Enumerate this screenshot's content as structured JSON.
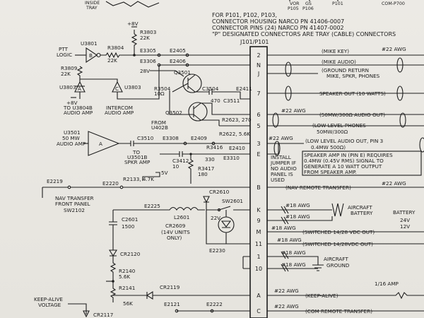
{
  "top_partial": {
    "inside": "INSIDE",
    "tray": "TRAY",
    "vor": "VOR",
    "p105": "P105",
    "gs": "GS",
    "p106": "P106",
    "p101": "P101",
    "comp700": "COM-P700"
  },
  "notes": {
    "line1": "FOR P101, P102, P103,",
    "line2": "CONNECTOR HOUSING NARCO PN 41406-0007",
    "line3": "CONNECTOR PINS (24) NARCO PN 41407-0002",
    "line4": "\"P\" DESIGNATED CONNECTORS ARE TRAY (CABLE) CONNECTORS"
  },
  "connector": {
    "label": "J101/P101"
  },
  "pins": [
    "2",
    "N",
    "J",
    "7",
    "6",
    "5",
    "3",
    "E",
    "B",
    "K",
    "9",
    "M",
    "11",
    "1",
    "10",
    "A",
    "C"
  ],
  "left": {
    "plus8v_top": "+8V",
    "r3803": "R3803",
    "r3803_val": "22K",
    "u3801": "U3801",
    "b": "B",
    "r3804": "R3804",
    "r3804_val": "22K",
    "e3305": "E3305",
    "e2405": "E2405",
    "e3306": "E3306",
    "e2406": "E2406",
    "ptt1": "PTT",
    "ptt2": "LOGIC",
    "r3809": "R3809",
    "r3809_val": "22K",
    "u3803": "U3803",
    "a_gate": "A",
    "c_gate": "C",
    "u3803b": "U3803",
    "plus8v_mid": "+8V",
    "to_u3804b": "TO U3804B",
    "audio_amp1": "AUDIO AMP",
    "intercom1": "INTERCOM",
    "intercom2": "AUDIO AMP",
    "v28": "28V",
    "q3501": "Q3501",
    "r3504": "R3504",
    "r3504_val": "10Ω",
    "c3504": "C3504",
    "c3504_val": "470",
    "e2411": "E2411",
    "c3511": "C3511",
    "q3502": "Q3502",
    "from1": "FROM",
    "from2": "U402B",
    "r2623": "R2623, 270",
    "r2622": "R2622, 5.6K",
    "u3501": "U3501",
    "mw50": "50 MW",
    "audio_amp2": "AUDIO AMP",
    "amp_a": "A",
    "c3510": "C3510",
    "e3308": "E3308",
    "e2409": "E2409",
    "r3416": "R3416",
    "e2410": "E2410",
    "to1": "TO",
    "to2": "U3501B",
    "spkr_amp": "SPKR AMP",
    "c3412": "C3412",
    "c3412_val": "10",
    "r3416_val": "330",
    "e3310": "E3310",
    "r3417": "R3417",
    "r3417_val": "180",
    "v5": "5V",
    "r2133": "R2133, 4.7K",
    "e2219": "E2219",
    "e2220": "E2220",
    "nav_transfer1": "NAV TRANSFER",
    "nav_transfer2": "FRONT PANEL",
    "sw2102": "SW2102",
    "e2225": "E2225",
    "l2601": "L2601",
    "cr2610": "CR2610",
    "sw2601": "SW2601",
    "c2601": "C2601",
    "c2601_val": "1500",
    "cr2609": "CR2609",
    "units1": "(14V UNITS",
    "units2": "ONLY)",
    "v22": "22V",
    "e2230": "E2230",
    "cr2120": "CR2120",
    "r2140": "R2140",
    "r2140_val": "5.6K",
    "r2141": "R2141",
    "r2141_val": "56K",
    "cr2119": "CR2119",
    "keep_alive1": "KEEP-ALIVE",
    "keep_alive2": "VOLTAGE",
    "cr2117": "CR2117",
    "e2121": "E2121",
    "e2222": "E2222"
  },
  "right": {
    "mike_key": "(MIKE KEY)",
    "awg1": "#22 AWG",
    "mike_audio": "(MIKE AUDIO)",
    "ground_return1": "(GROUND RETURN",
    "ground_return2": "MIKE, SPKR, PHONES",
    "speaker_out": "SPEAKER OUT (10 WATTS)",
    "awg2": "#22 AWG",
    "mw50_out": "(50MW/300Ω AUDIO OUT)",
    "low_phones1": "(LOW LEVEL PHONES",
    "low_phones2": "50MW/300Ω",
    "awg3": "#22 AWG",
    "low_audio1": "(LOW LEVEL AUDIO OUT, PIN 3",
    "low_audio2": "0.4MW 500Ω)",
    "install1": "INSTALL",
    "install2": "JUMPER IF",
    "install3": "NO AUDIO",
    "install4": "PANEL IS",
    "install5": "USED",
    "spk_note1": "SPEAKER AMP IN (PIN E) REQUIRES",
    "spk_note2": "0.4MW (0.45V RMS) SIGNAL TO",
    "spk_note3": "GENERATE A 10 WATT OUTPUT",
    "spk_note4": "FROM SPEAKER AMP.",
    "nav_remote": "(NAV REMOTE TRANSFER)",
    "awg4": "#22 AWG",
    "awg18_1": "#18 AWG",
    "aircraft_battery1": "AIRCRAFT",
    "aircraft_battery2": "BATTERY",
    "battery1": "BATTERY",
    "battery2": "24V",
    "battery3": "12V",
    "awg18_2": "#18 AWG",
    "awg18_3": "#18 AWG",
    "switched1": "(SWITCHED 14/28 VDC OUT)",
    "awg18_4": "#18 AWG",
    "switched2": "(SWITCHED 14/28VDC OUT)",
    "awg18_5": "#18 AWG",
    "aircraft_ground1": "AIRCRAFT",
    "aircraft_ground2": "GROUND",
    "awg18_6": "#18 AWG",
    "amp116": "1/16 AMP",
    "awg5": "#22 AWG",
    "keep_alive_r": "(KEEP-ALIVE)",
    "awg6": "#22 AWG",
    "com_remote": "(COM REMOTE TRANSFER)"
  }
}
